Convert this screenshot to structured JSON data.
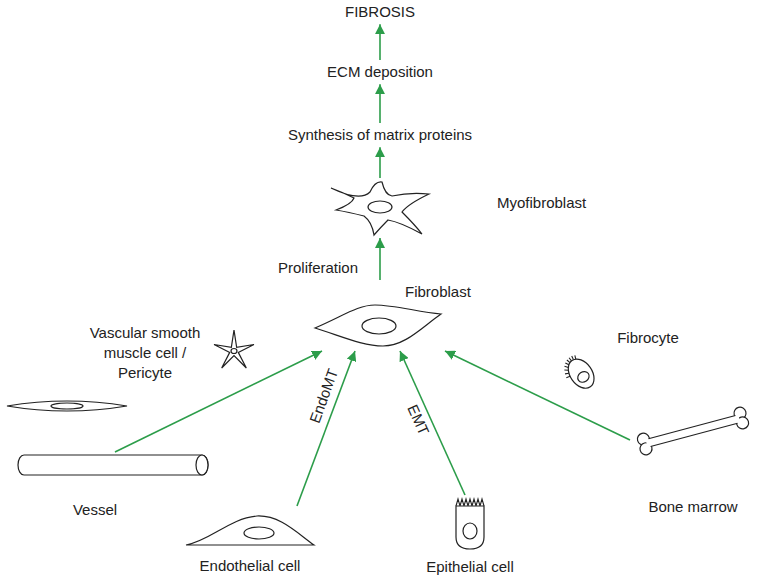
{
  "diagram": {
    "nodes": [
      {
        "text": [
          "FIBROSIS"
        ]
      },
      {
        "text": [
          "ECM deposition"
        ]
      },
      {
        "text": [
          "Synthesis of matrix proteins"
        ]
      },
      {
        "text": [
          "Myofibroblast"
        ]
      },
      {
        "text": [
          "Fibroblast"
        ]
      },
      {
        "text": [
          "Vascular smooth muscle cell / Pericyte"
        ]
      },
      {
        "text": [
          "Fibrocyte"
        ]
      },
      {
        "text": [
          "Vessel"
        ]
      },
      {
        "text": [
          "Endothelial cell"
        ]
      },
      {
        "text": [
          "Epithelial cell"
        ]
      },
      {
        "text": [
          "Bone marrow"
        ]
      }
    ],
    "edges": [
      {
        "from": 4,
        "to": 3,
        "arrow": "to",
        "label": "Proliferation"
      },
      {
        "from": 3,
        "to": 2,
        "arrow": "to"
      },
      {
        "from": 2,
        "to": 1,
        "arrow": "to"
      },
      {
        "from": 1,
        "to": 0,
        "arrow": "to"
      },
      {
        "from": 7,
        "to": 4,
        "arrow": "to"
      },
      {
        "from": 8,
        "to": 4,
        "arrow": "to",
        "label": "EndoMT"
      },
      {
        "from": 9,
        "to": 4,
        "arrow": "to",
        "label": "EMT"
      },
      {
        "from": 10,
        "to": 4,
        "arrow": "to"
      }
    ]
  }
}
